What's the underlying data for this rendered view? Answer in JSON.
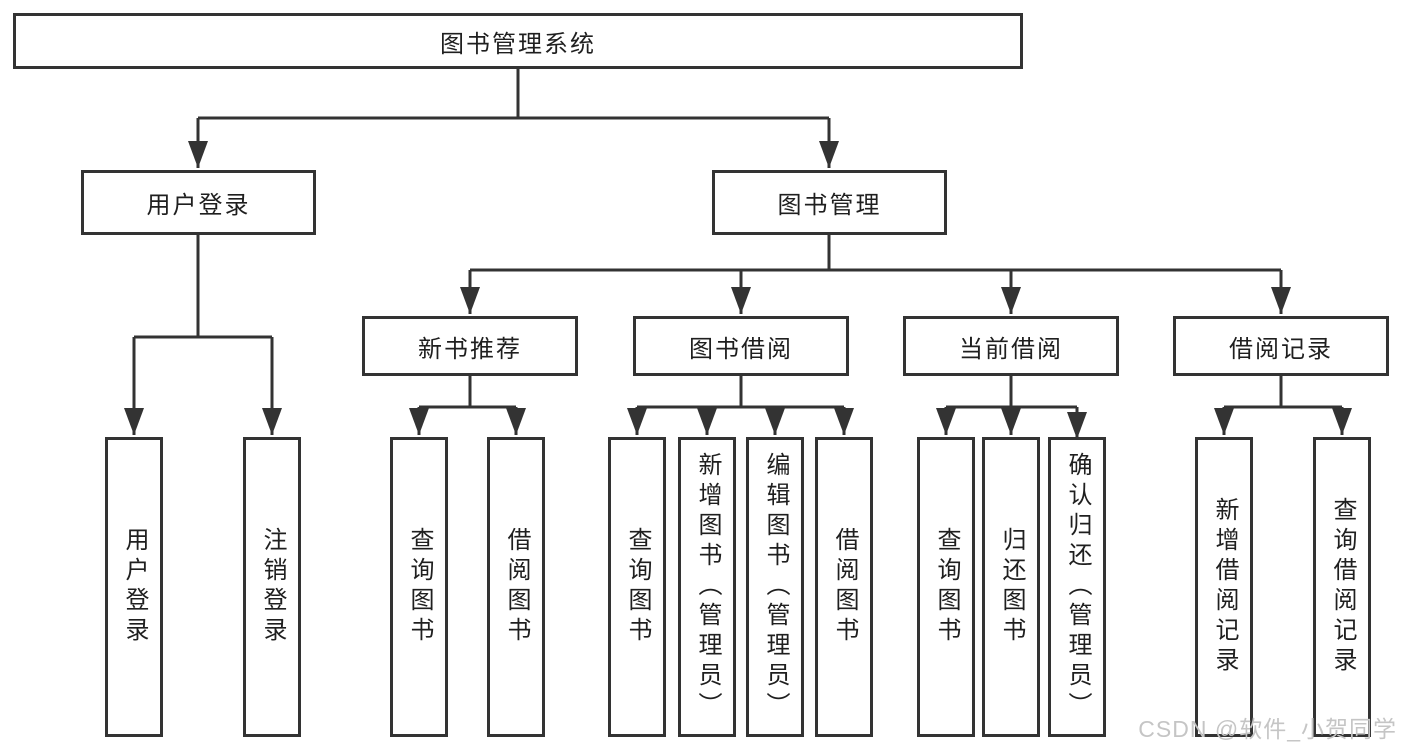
{
  "tree": {
    "label": "图书管理系统",
    "children": [
      {
        "label": "用户登录",
        "children": [
          {
            "label": "用户登录"
          },
          {
            "label": "注销登录"
          }
        ]
      },
      {
        "label": "图书管理",
        "children": [
          {
            "label": "新书推荐",
            "children": [
              {
                "label": "查询图书"
              },
              {
                "label": "借阅图书"
              }
            ]
          },
          {
            "label": "图书借阅",
            "children": [
              {
                "label": "查询图书"
              },
              {
                "label": "新增图书（管理员）"
              },
              {
                "label": "编辑图书（管理员）"
              },
              {
                "label": "借阅图书"
              }
            ]
          },
          {
            "label": "当前借阅",
            "children": [
              {
                "label": "查询图书"
              },
              {
                "label": "归还图书"
              },
              {
                "label": "确认归还（管理员）"
              }
            ]
          },
          {
            "label": "借阅记录",
            "children": [
              {
                "label": "新增借阅记录"
              },
              {
                "label": "查询借阅记录"
              }
            ]
          }
        ]
      }
    ]
  },
  "watermark": {
    "text": "CSDN @软件_小贺同学"
  },
  "colors": {
    "line": "#333333",
    "border": "#333333",
    "text": "#1f1f1f",
    "watermark": "#c5c5c5",
    "background": "#ffffff"
  }
}
